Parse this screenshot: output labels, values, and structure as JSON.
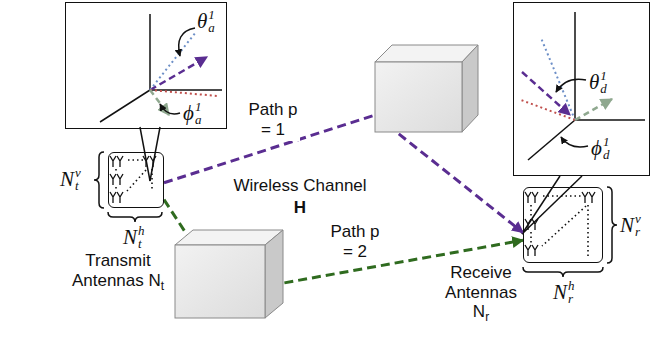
{
  "diagram": {
    "nodes": [
      {
        "text": [
          "θ",
          "1",
          "a",
          "ϕ",
          "1",
          "a"
        ]
      },
      {
        "text": [
          "θ",
          "1",
          "d",
          "ϕ",
          "1",
          "d"
        ]
      },
      {
        "text": [
          "Transmit Antennas N",
          "t"
        ]
      },
      {
        "text": [
          "Receive Antennas N",
          "r"
        ]
      }
    ],
    "edges": [
      {
        "from": 2,
        "to": 3,
        "arrow": "to",
        "label": "Path p = 1"
      },
      {
        "from": 2,
        "to": 3,
        "arrow": "to",
        "label": "Path p = 2"
      }
    ],
    "labels": [
      "N",
      "v",
      "t",
      "N",
      "h",
      "t",
      "Wireless Channel",
      "H",
      "N",
      "v",
      "r",
      "N",
      "h",
      "r"
    ]
  }
}
